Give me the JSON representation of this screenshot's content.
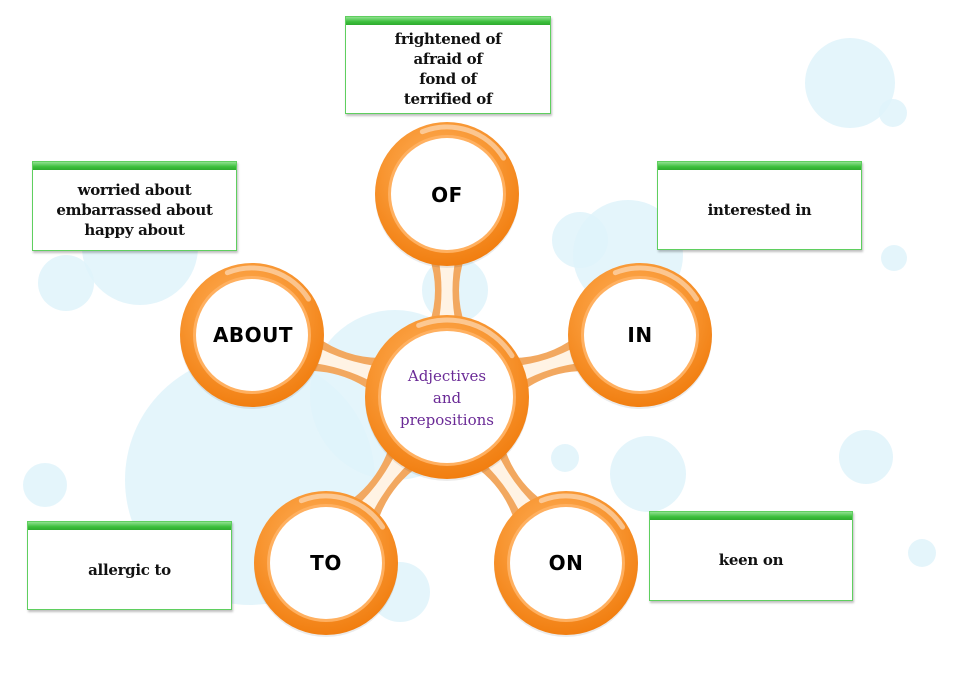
{
  "colors": {
    "ring": "#f7861b",
    "ring_light": "#ffb060",
    "bubble": "#dff3fa",
    "box_border": "#5fcf5f",
    "box_bar": "#3cbf3c",
    "center_text": "#6a2a96"
  },
  "center": {
    "line1": "Adjectives",
    "line2": "and",
    "line3": "prepositions"
  },
  "nodes": [
    {
      "id": "of",
      "label": "OF"
    },
    {
      "id": "about",
      "label": "ABOUT"
    },
    {
      "id": "in",
      "label": "IN"
    },
    {
      "id": "to",
      "label": "TO"
    },
    {
      "id": "on",
      "label": "ON"
    }
  ],
  "boxes": {
    "of": [
      "frightened of",
      "afraid of",
      "fond of",
      "terrified of"
    ],
    "about": [
      "worried about",
      "embarrassed about",
      "happy about"
    ],
    "in": [
      "interested in"
    ],
    "to": [
      "allergic to"
    ],
    "on": [
      "keen on"
    ]
  }
}
